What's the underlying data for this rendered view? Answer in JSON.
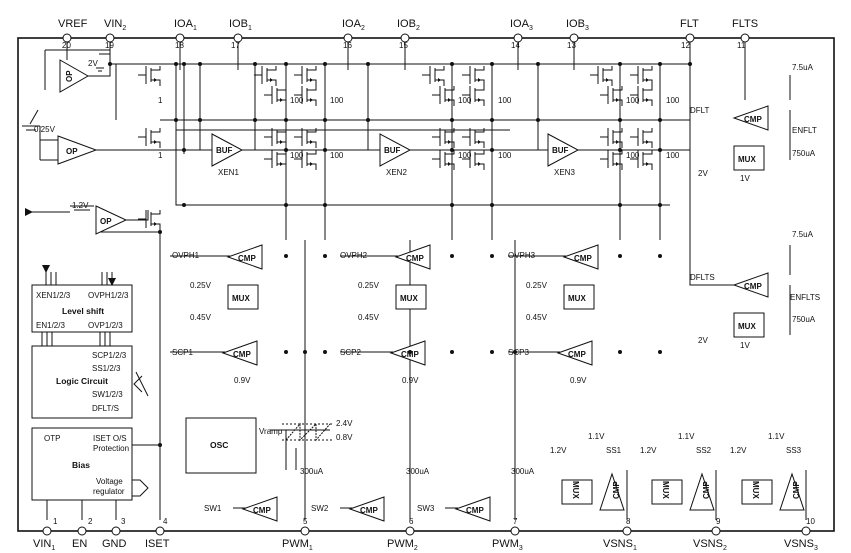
{
  "top_pins": [
    {
      "name": "VREF",
      "num": "20"
    },
    {
      "name": "VIN",
      "sub": "2",
      "num": "19"
    },
    {
      "name": "IOA",
      "sub": "1",
      "num": "18"
    },
    {
      "name": "IOB",
      "sub": "1",
      "num": "17"
    },
    {
      "name": "IOA",
      "sub": "2",
      "num": "16"
    },
    {
      "name": "IOB",
      "sub": "2",
      "num": "15"
    },
    {
      "name": "IOA",
      "sub": "3",
      "num": "14"
    },
    {
      "name": "IOB",
      "sub": "3",
      "num": "13"
    },
    {
      "name": "FLT",
      "num": "12"
    },
    {
      "name": "FLTS",
      "num": "11"
    }
  ],
  "bottom_pins": [
    {
      "name": "VIN",
      "sub": "1",
      "num": "1"
    },
    {
      "name": "EN",
      "num": "2"
    },
    {
      "name": "GND",
      "num": "3"
    },
    {
      "name": "ISET",
      "num": "4"
    },
    {
      "name": "PWM",
      "sub": "1",
      "num": "5"
    },
    {
      "name": "PWM",
      "sub": "2",
      "num": "6"
    },
    {
      "name": "PWM",
      "sub": "3",
      "num": "7"
    },
    {
      "name": "VSNS",
      "sub": "1",
      "num": "8"
    },
    {
      "name": "VSNS",
      "sub": "2",
      "num": "9"
    },
    {
      "name": "VSNS",
      "sub": "3",
      "num": "10"
    }
  ],
  "blocks": {
    "level_shift": {
      "title": "Level shift",
      "in_left": "XEN1/2/3",
      "in_right": "OVPH1/2/3",
      "out_left": "EN1/2/3",
      "out_right": "OVP1/2/3"
    },
    "logic": {
      "title": "Logic Circuit",
      "signals": [
        "SCP1/2/3",
        "SS1/2/3",
        "SW1/2/3",
        "DFLT/S"
      ]
    },
    "bias": {
      "title": "Bias",
      "otp": "OTP",
      "iset_prot_1": "ISET O/S",
      "iset_prot_2": "Protection",
      "vreg_1": "Voltage",
      "vreg_2": "regulator"
    },
    "osc": {
      "title": "OSC",
      "vramp": "Vramp",
      "vhigh": "2.4V",
      "vlow": "0.8V"
    }
  },
  "labels": {
    "op": "OP",
    "buf": "BUF",
    "cmp": "CMP",
    "mux": "MUX",
    "v2": "2V",
    "v025": "0.25V",
    "v12": "1.2V",
    "v045": "0.45V",
    "v09": "0.9V",
    "v1": "1V",
    "v11": "1.1V",
    "ratio1": "1",
    "ratio100": "100",
    "i75": "7.5uA",
    "i750": "750uA",
    "i300": "300uA",
    "xen": [
      "XEN1",
      "XEN2",
      "XEN3"
    ],
    "ovph": [
      "OVPH1",
      "OVPH2",
      "OVPH3"
    ],
    "scp": [
      "SCP1",
      "SCP2",
      "SCP3"
    ],
    "sw": [
      "SW1",
      "SW2",
      "SW3"
    ],
    "ss": [
      "SS1",
      "SS2",
      "SS3"
    ],
    "dflt": "DFLT",
    "dflts": "DFLTS",
    "enflt": "ENFLT",
    "enflts": "ENFLTS"
  }
}
